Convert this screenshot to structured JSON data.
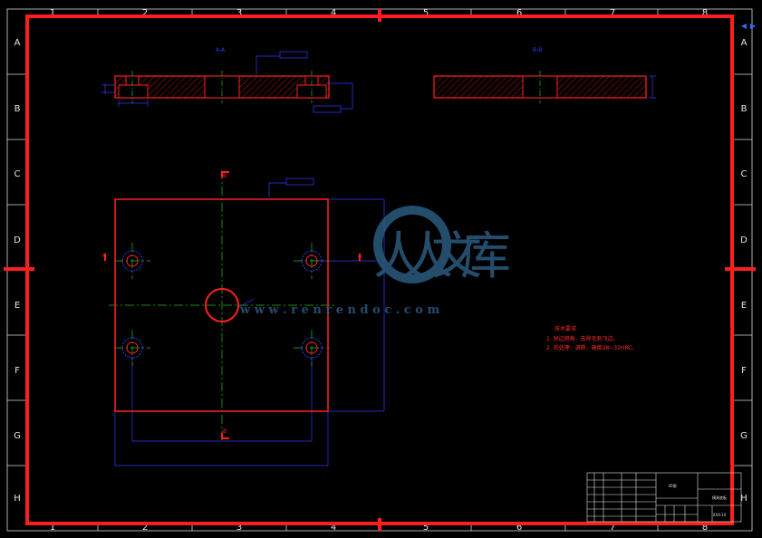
{
  "frame": {
    "columns": [
      "1",
      "2",
      "3",
      "4",
      "5",
      "6",
      "7",
      "8"
    ],
    "rows": [
      "A",
      "B",
      "C",
      "D",
      "E",
      "F",
      "G",
      "H"
    ]
  },
  "views": {
    "section_a": "A-A",
    "section_b": "B-B",
    "marker_a": "A",
    "marker_b": "B"
  },
  "technical_requirements": {
    "title": "技术要求",
    "items": [
      "1. 锐边倒角，去除毛刺飞边。",
      "2. 热处理：调质，硬度28~32HRC。"
    ]
  },
  "title_block": {
    "part_name": "模具底板",
    "material": "45钢",
    "drawing_no": "XXX-10"
  },
  "watermark": {
    "brand": "人人文库",
    "url": "w w w . r e n r e n d o c . c o m"
  },
  "colors": {
    "border": "#ff1e1e",
    "part_outline": "#ff2020",
    "dimension": "#2f3cff",
    "centerline": "#20c020",
    "hatch": "#b01515"
  }
}
